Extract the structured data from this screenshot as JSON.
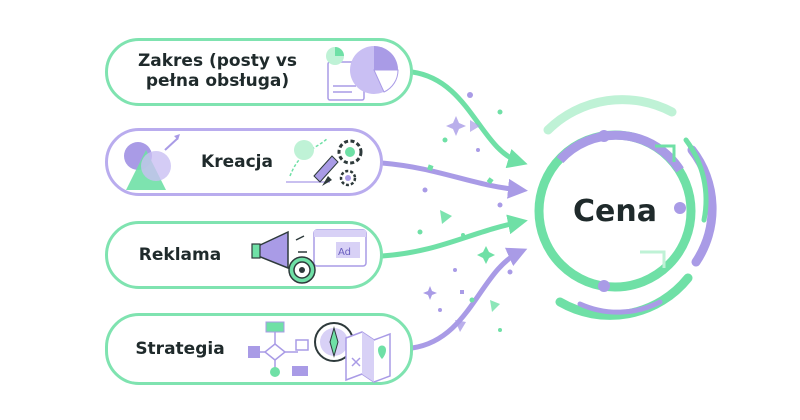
{
  "colors": {
    "green": "#6fe0a6",
    "green_light": "#bff2d6",
    "purple": "#a99be6",
    "purple_light": "#d8d1f6",
    "dark": "#1f2a2b",
    "border_green": "#7fe3b0",
    "border_purple": "#b9acee"
  },
  "cards": [
    {
      "label": "Zakres (posty vs pełna obsługa)",
      "line1": "Zakres (posty vs",
      "line2": "pełna obsługa)",
      "icon": "pie-chart-document-icon"
    },
    {
      "label": "Kreacja",
      "icon": "design-tools-gears-icon"
    },
    {
      "label": "Reklama",
      "icon": "megaphone-ad-target-icon"
    },
    {
      "label": "Strategia",
      "icon": "flowchart-compass-map-icon"
    }
  ],
  "center": {
    "label": "Cena"
  }
}
